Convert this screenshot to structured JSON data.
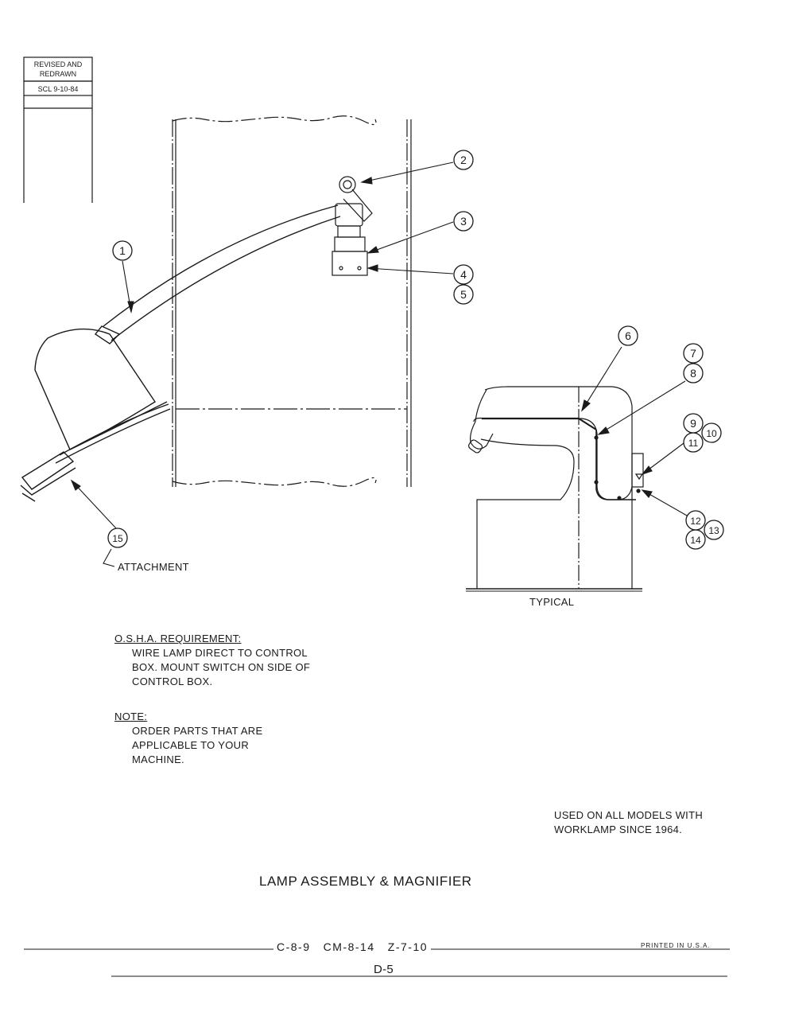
{
  "revision_box": {
    "line1": "REVISED AND",
    "line2": "REDRAWN",
    "line3": "SCL 9-10-84"
  },
  "callouts": [
    "1",
    "2",
    "3",
    "4",
    "5",
    "6",
    "7",
    "8",
    "9",
    "10",
    "11",
    "12",
    "13",
    "14",
    "15"
  ],
  "labels": {
    "attachment": "ATTACHMENT",
    "typical": "TYPICAL"
  },
  "osha": {
    "heading": "O.S.H.A. REQUIREMENT:",
    "lines": [
      "WIRE LAMP DIRECT TO CONTROL",
      "BOX. MOUNT SWITCH ON SIDE OF",
      "CONTROL BOX."
    ]
  },
  "note": {
    "heading": "NOTE:",
    "lines": [
      "ORDER PARTS THAT ARE",
      "APPLICABLE TO YOUR",
      "MACHINE."
    ]
  },
  "used_on": [
    "USED ON ALL MODELS WITH",
    "WORKLAMP SINCE 1964."
  ],
  "title": "LAMP ASSEMBLY & MAGNIFIER",
  "footer": {
    "models": "C-8-9   CM-8-14   Z-7-10",
    "printed": "PRINTED IN U.S.A.",
    "page": "D-5"
  }
}
